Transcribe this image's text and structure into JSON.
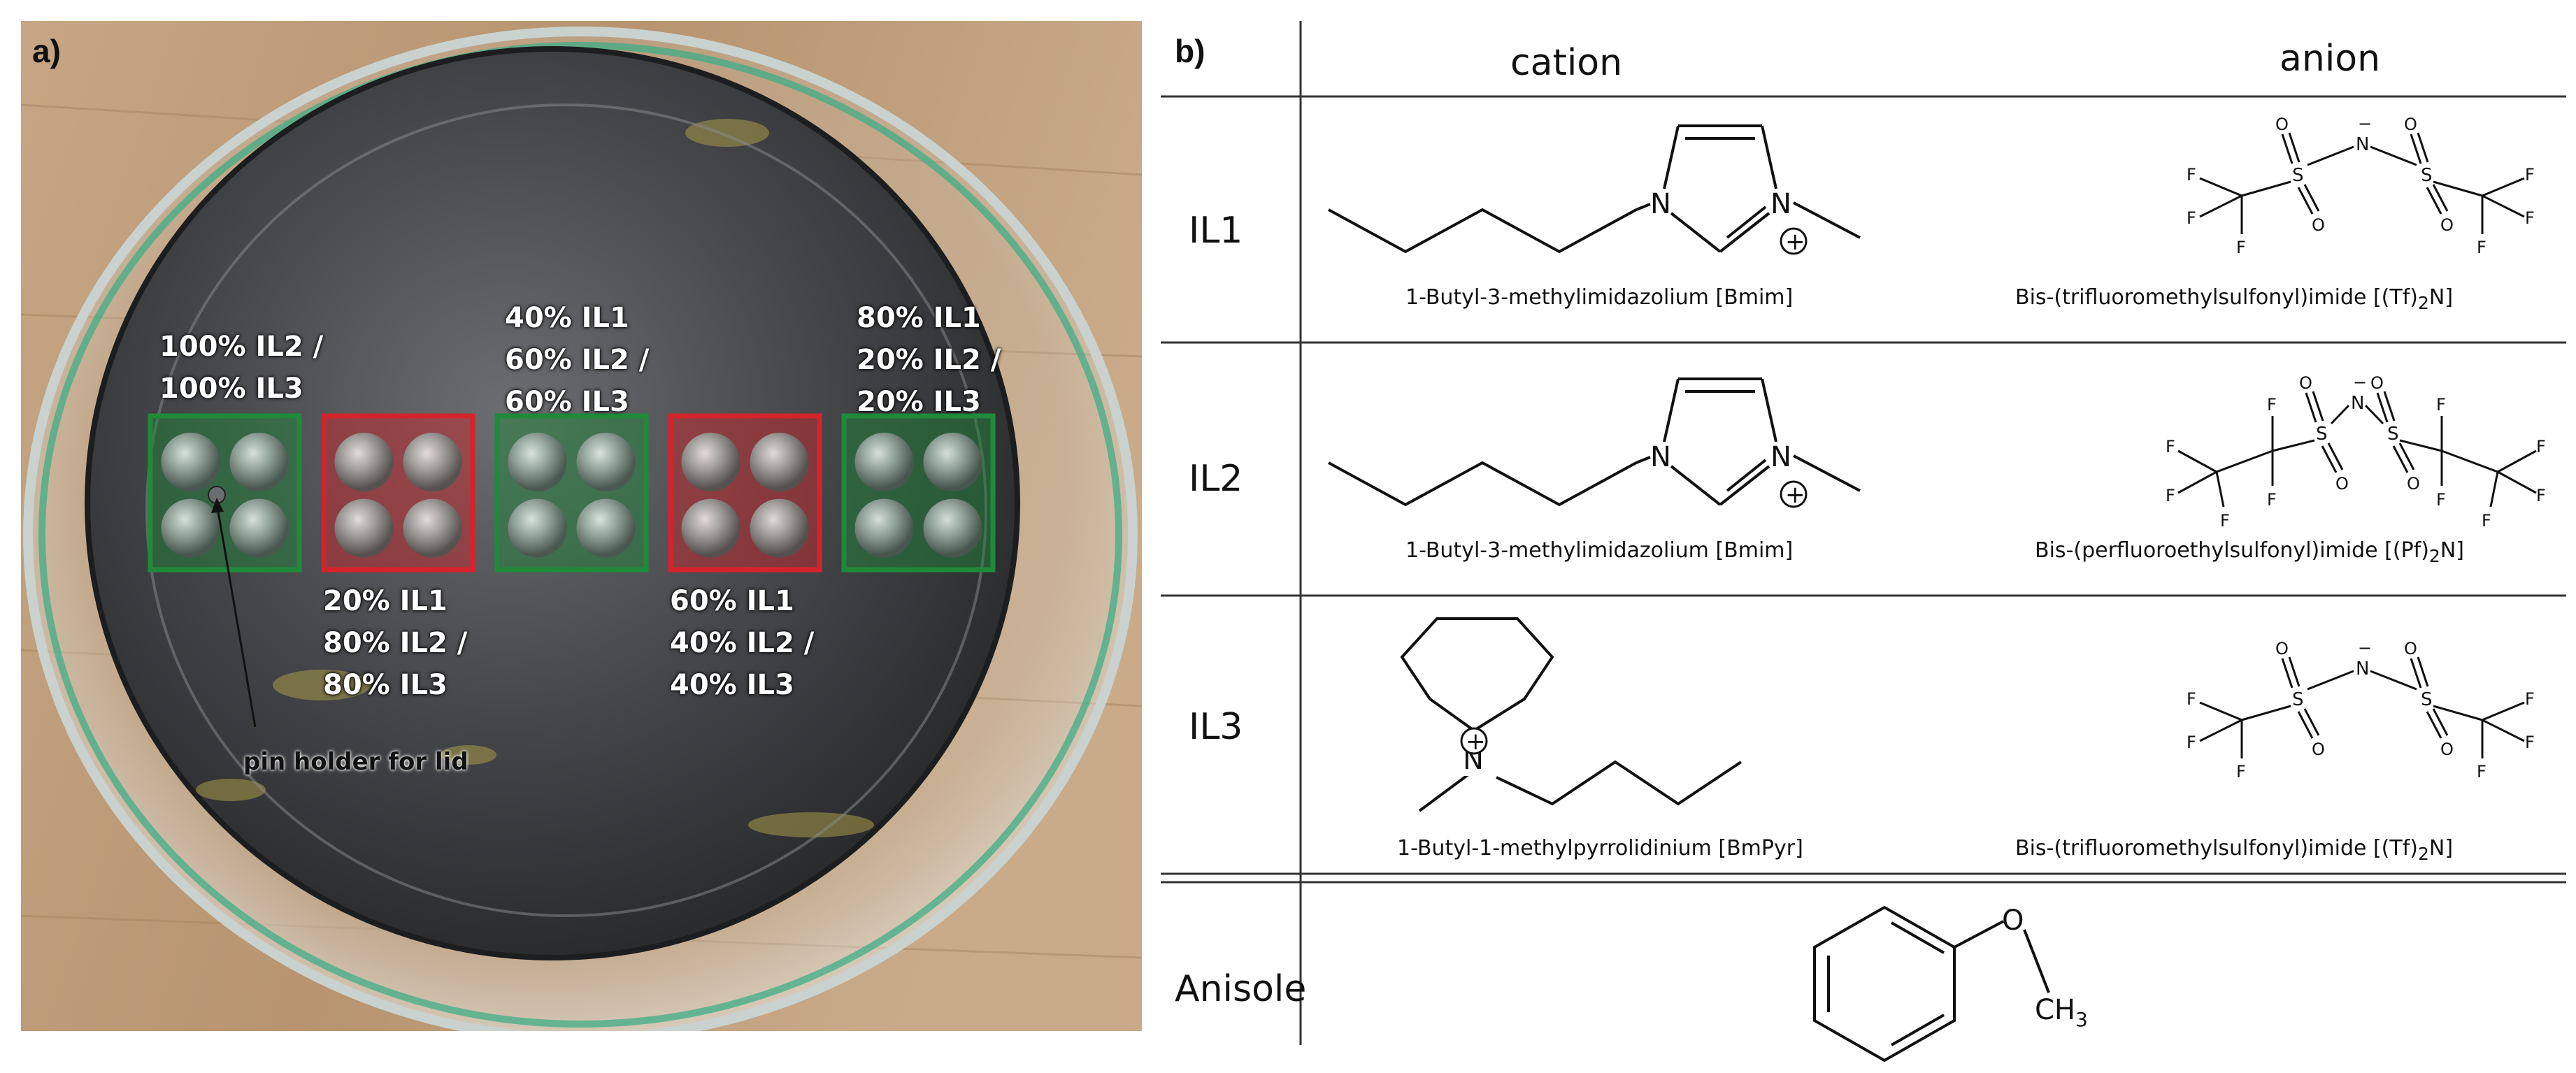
{
  "photo": {
    "panel_label": "a)",
    "well_labels": [
      {
        "lines": [
          "100% IL2 /",
          "100% IL3"
        ]
      },
      {
        "lines": [
          "20% IL1",
          "80% IL2 /",
          "80% IL3"
        ]
      },
      {
        "lines": [
          "40% IL1",
          "60% IL2 /",
          "60% IL3"
        ]
      },
      {
        "lines": [
          "60% IL1",
          "40% IL2 /",
          "40% IL3"
        ]
      },
      {
        "lines": [
          "80% IL1",
          "20% IL2 /",
          "20% IL3"
        ]
      }
    ],
    "pin_label": "pin holder for lid",
    "colors": {
      "green": "#1f8a3a",
      "red": "#d4232b"
    }
  },
  "table": {
    "panel_label": "b)",
    "headers": {
      "cation": "cation",
      "anion": "anion"
    },
    "rows": [
      {
        "label": "IL1",
        "cation_caption": "1-Butyl-3-methylimidazolium [Bmim]",
        "anion_caption": "Bis-(trifluoromethylsulfonyl)imide [(Tf)",
        "anion_sub": "2",
        "anion_tail": "N]"
      },
      {
        "label": "IL2",
        "cation_caption": "1-Butyl-3-methylimidazolium [Bmim]",
        "anion_caption": "Bis-(perfluoroethylsulfonyl)imide [(Pf)",
        "anion_sub": "2",
        "anion_tail": "N]"
      },
      {
        "label": "IL3",
        "cation_caption": "1-Butyl-1-methylpyrrolidinium [BmPyr]",
        "anion_caption": "Bis-(trifluoromethylsulfonyl)imide [(Tf)",
        "anion_sub": "2",
        "anion_tail": "N]"
      },
      {
        "label": "Anisole"
      }
    ],
    "atoms": {
      "N": "N",
      "S": "S",
      "O": "O",
      "F": "F",
      "plus": "+",
      "minus": "−",
      "ch3": "CH",
      "ch3_sub": "3"
    }
  }
}
